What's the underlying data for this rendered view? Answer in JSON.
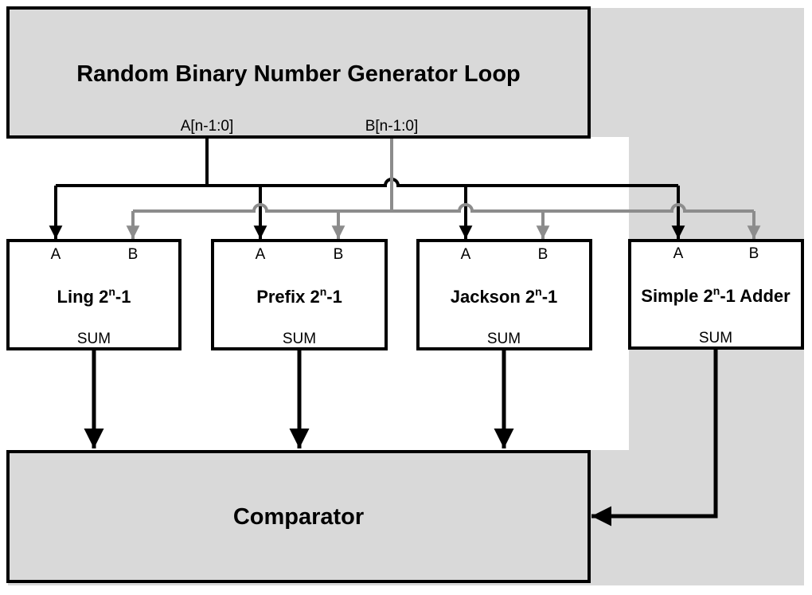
{
  "generator": {
    "title": "Random Binary Number Generator Loop",
    "bus_a": "A[n-1:0]",
    "bus_b": "B[n-1:0]"
  },
  "ports": {
    "a": "A",
    "b": "B",
    "sum": "SUM"
  },
  "adders": [
    {
      "pre": "Ling 2",
      "sup": "n",
      "post": "-1"
    },
    {
      "pre": "Prefix 2",
      "sup": "n",
      "post": "-1"
    },
    {
      "pre": "Jackson 2",
      "sup": "n",
      "post": "-1"
    },
    {
      "pre": "Simple 2",
      "sup": "n",
      "post": "-1 Adder"
    }
  ],
  "comparator": {
    "label": "Comparator"
  },
  "colors": {
    "block_fill": "#d9d9d9",
    "line_a": "#000000",
    "line_b": "#8c8c8c"
  }
}
